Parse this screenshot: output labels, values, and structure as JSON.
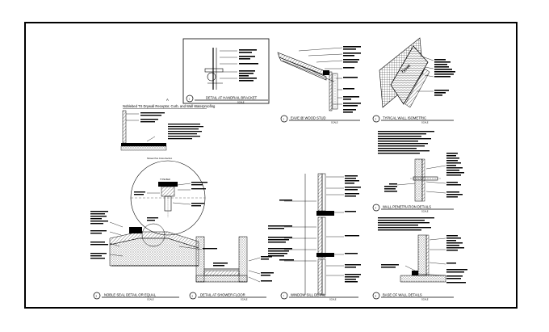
{
  "sheet": {
    "details": [
      {
        "num": "1",
        "title": "DETAIL AT HANDRAIL BRACKET",
        "scale_label": "SCALE"
      },
      {
        "num": "2",
        "title": "EAVE @ WOOD STUD",
        "scale_label": "SCALE"
      },
      {
        "num": "3",
        "title": "TYPICAL WALL ISOMETRIC",
        "scale_label": "SCALE"
      },
      {
        "num": "4",
        "title": "WALL PENETRATION DETAILS",
        "scale_label": "SCALE"
      },
      {
        "num": "5",
        "title": "NOBLE SEAL DETAIL OR EQUAL",
        "scale_label": "SCALE"
      },
      {
        "num": "6",
        "title": "DETAIL AT SHOWER FLOOR",
        "scale_label": "SCALE"
      },
      {
        "num": "7",
        "title": "WINDOW SILL DETAIL",
        "scale_label": "SCALE"
      },
      {
        "num": "8",
        "title": "BASE OF WALL DETAILS",
        "scale_label": "SCALE"
      }
    ],
    "shower_heading": "Noblebed TS Drywall Receptor, Curb, and Wall Waterproofing",
    "section_letter": "A",
    "callouts": {
      "drain_label": "TYPE BED",
      "shower_pan": "Shower Pan Cross-Section",
      "wrap_brand": "Tyvek"
    }
  }
}
